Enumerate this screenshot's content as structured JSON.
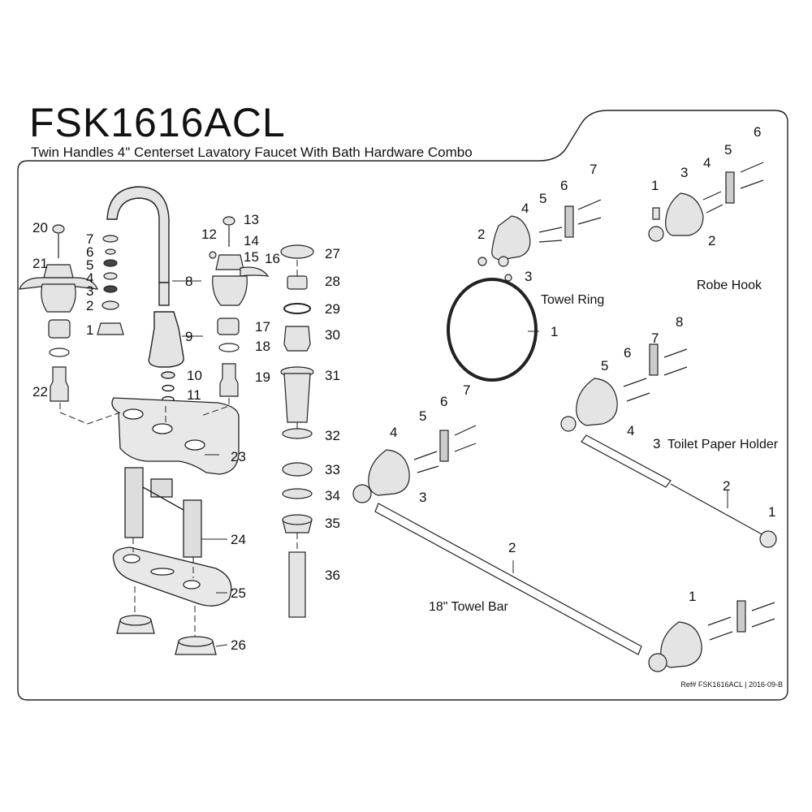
{
  "title": "FSK1616ACL",
  "subtitle": "Twin Handles 4\" Centerset Lavatory Faucet With Bath Hardware Combo",
  "reference": "Ref# FSK1616ACL | 2016-09-B",
  "groups": {
    "towel_ring": "Towel Ring",
    "robe_hook": "Robe Hook",
    "toilet_paper_holder": "Toilet Paper Holder",
    "towel_bar": "18\" Towel Bar"
  },
  "callouts": {
    "faucet": [
      "1",
      "2",
      "3",
      "4",
      "5",
      "6",
      "7",
      "8",
      "9",
      "10",
      "11",
      "12",
      "13",
      "14",
      "15",
      "16",
      "17",
      "18",
      "19",
      "20",
      "21",
      "22",
      "23",
      "24",
      "25",
      "26"
    ],
    "drain": [
      "27",
      "28",
      "29",
      "30",
      "31",
      "32",
      "33",
      "34",
      "35",
      "36"
    ],
    "towel_ring": [
      "1",
      "2",
      "3",
      "4",
      "5",
      "6",
      "7"
    ],
    "robe_hook": [
      "1",
      "2",
      "3",
      "4",
      "5",
      "6"
    ],
    "toilet_paper_holder": [
      "1",
      "2",
      "3",
      "4",
      "5",
      "6",
      "7",
      "8"
    ],
    "towel_bar": [
      "1",
      "2",
      "3",
      "4",
      "5",
      "6",
      "7"
    ]
  },
  "colors": {
    "line": "#222222",
    "fill": "#e4e4e4",
    "background": "#ffffff"
  }
}
